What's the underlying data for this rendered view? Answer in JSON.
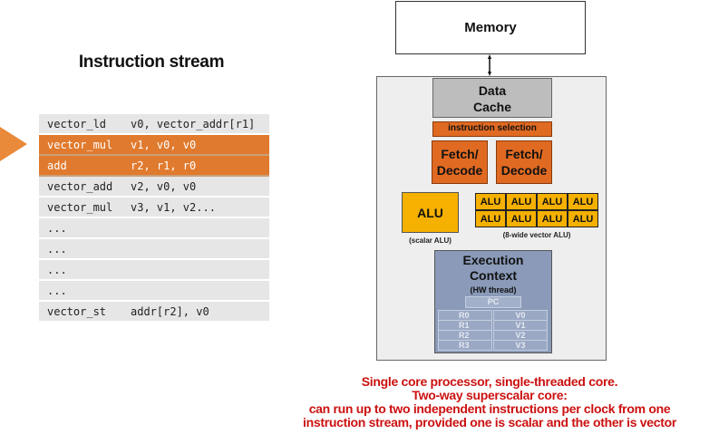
{
  "stream": {
    "title": "Instruction stream",
    "rows": [
      {
        "op": "vector_ld",
        "args": "v0, vector_addr[r1]",
        "highlight": false
      },
      {
        "op": "vector_mul",
        "args": "v1, v0, v0",
        "highlight": true
      },
      {
        "op": "add",
        "args": "r2, r1, r0",
        "highlight": true
      },
      {
        "op": "vector_add",
        "args": "v2, v0, v0",
        "highlight": false
      },
      {
        "op": "vector_mul",
        "args": "v3, v1, v2...",
        "highlight": false
      },
      {
        "op": "...",
        "args": "",
        "highlight": false
      },
      {
        "op": "...",
        "args": "",
        "highlight": false
      },
      {
        "op": "...",
        "args": "",
        "highlight": false
      },
      {
        "op": "...",
        "args": "",
        "highlight": false
      },
      {
        "op": "vector_st",
        "args": "addr[r2], v0",
        "highlight": false
      }
    ]
  },
  "memory": "Memory",
  "core": {
    "data_cache": [
      "Data",
      "Cache"
    ],
    "instruction_selection": "instruction selection",
    "fetch_decode": [
      "Fetch/",
      "Decode"
    ],
    "alu": "ALU",
    "scalar_alu_caption": "(scalar ALU)",
    "vector_alu_cells": [
      "ALU",
      "ALU",
      "ALU",
      "ALU",
      "ALU",
      "ALU",
      "ALU",
      "ALU"
    ],
    "vector_alu_caption": "(8-wide vector ALU)",
    "context": {
      "title": [
        "Execution",
        "Context"
      ],
      "subtitle": "(HW thread)",
      "pc": "PC",
      "scalar_regs": [
        "R0",
        "R1",
        "R2",
        "R3"
      ],
      "vector_regs": [
        "V0",
        "V1",
        "V2",
        "V3"
      ]
    }
  },
  "caption": [
    "Single core processor, single-threaded core.",
    "Two-way superscalar core:",
    "can run up to two independent instructions per clock from one",
    "instruction stream, provided one is scalar and the other is vector"
  ],
  "colors": {
    "highlight": "#e07a2e",
    "orange_unit": "#e06a22",
    "alu": "#f5b000",
    "context": "#8a9ab8",
    "caption": "#cc1111"
  }
}
